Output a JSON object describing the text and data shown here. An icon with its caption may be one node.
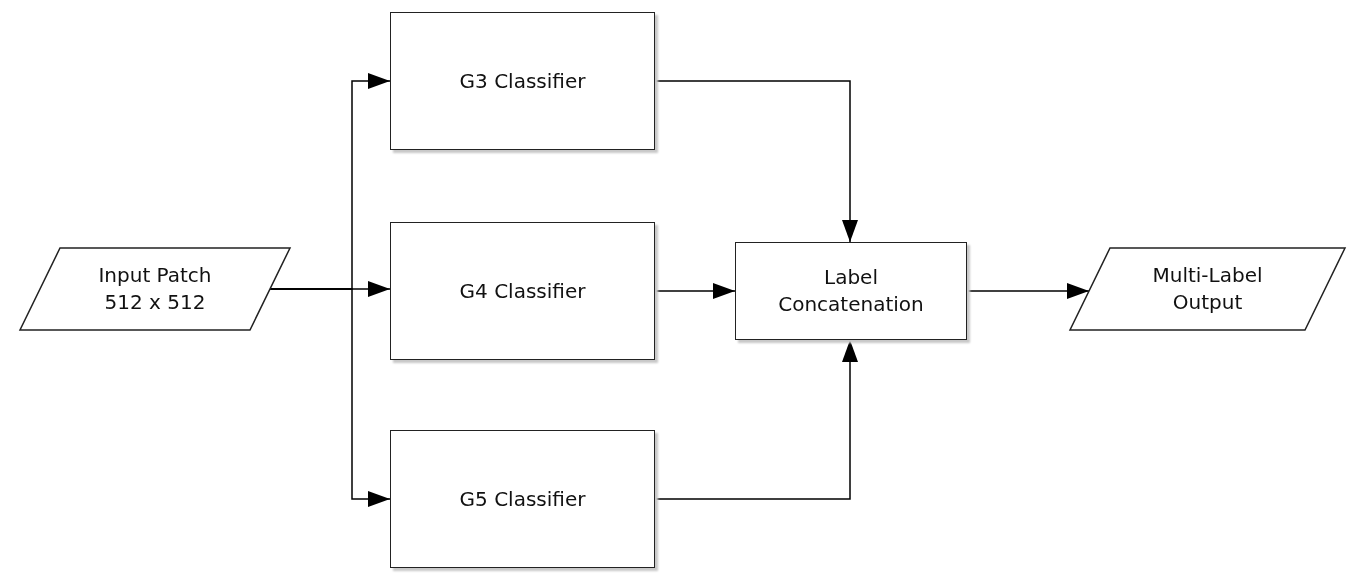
{
  "diagram": {
    "nodes": [
      {
        "text": [
          "Input Patch 512 x 512"
        ]
      },
      {
        "text": [
          "G3 Classifier"
        ]
      },
      {
        "text": [
          "G4 Classifier"
        ]
      },
      {
        "text": [
          "G5 Classifier"
        ]
      },
      {
        "text": [
          "Label Concatenation"
        ]
      },
      {
        "text": [
          "Multi-Label Output"
        ]
      }
    ],
    "edges": [
      {
        "from": 0,
        "to": 1,
        "arrow": "to"
      },
      {
        "from": 0,
        "to": 2,
        "arrow": "to"
      },
      {
        "from": 0,
        "to": 3,
        "arrow": "to"
      },
      {
        "from": 1,
        "to": 4,
        "arrow": "to"
      },
      {
        "from": 2,
        "to": 4,
        "arrow": "to"
      },
      {
        "from": 3,
        "to": 4,
        "arrow": "to"
      },
      {
        "from": 4,
        "to": 5,
        "arrow": "to"
      }
    ]
  }
}
